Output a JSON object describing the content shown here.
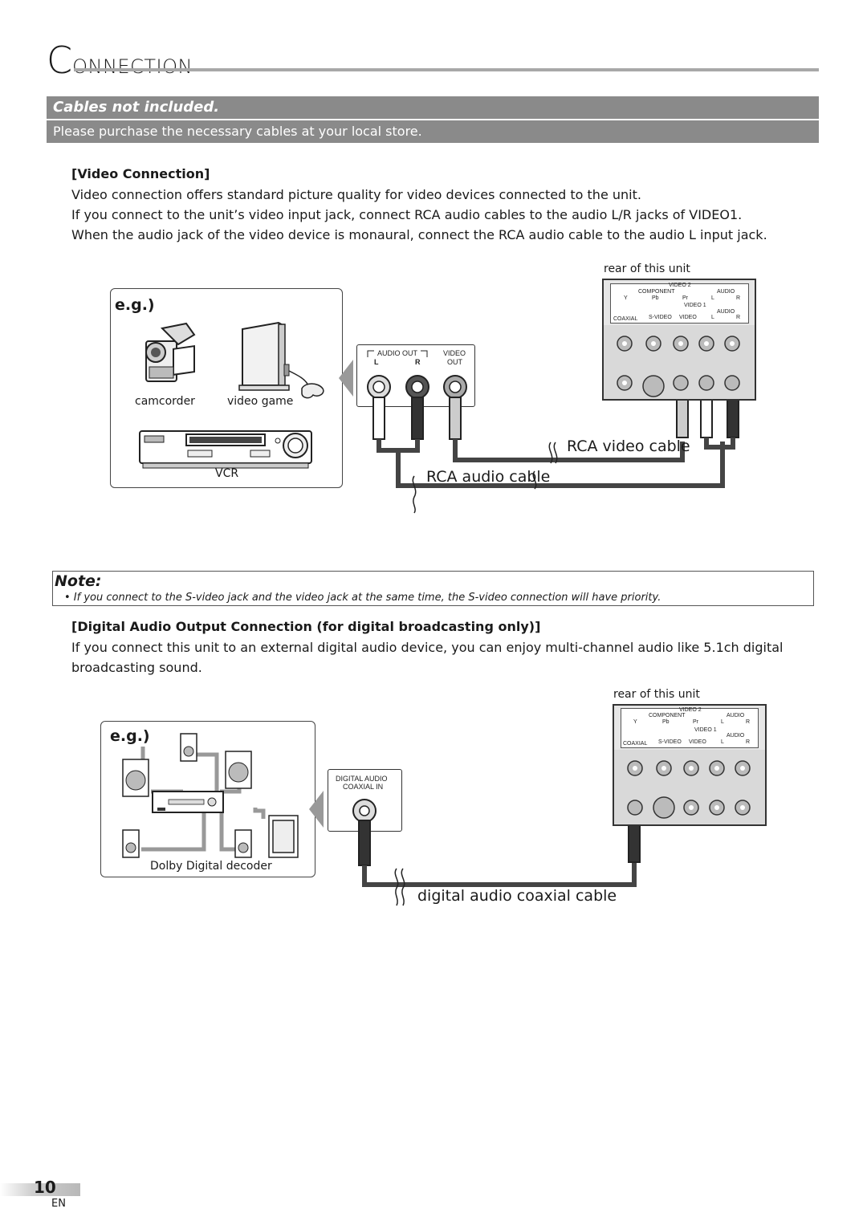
{
  "header": {
    "title_initial": "C",
    "title_rest": "ONNECTION"
  },
  "banners": {
    "cables_not_included": "Cables not included.",
    "purchase_note": "Please purchase the necessary cables at your local store."
  },
  "video_section": {
    "heading": "[Video Connection]",
    "lines": [
      "Video connection offers standard picture quality for video devices connected to the unit.",
      "If you connect to the unit’s video input jack, connect RCA audio cables to the audio L/R jacks of VIDEO1.",
      "When the audio jack of the video device is monaural, connect the RCA audio cable to the audio L input jack."
    ],
    "diagram": {
      "eg": "e.g.)",
      "camcorder": "camcorder",
      "video_game": "video game",
      "vcr": "VCR",
      "audio_out": "AUDIO OUT",
      "l": "L",
      "r": "R",
      "video_out_1": "VIDEO",
      "video_out_2": "OUT",
      "rear_of_unit": "rear of this unit",
      "rca_video_cable": "RCA video cable",
      "rca_audio_cable": "RCA audio cable"
    }
  },
  "panel_labels": {
    "video2": "VIDEO 2",
    "component": "COMPONENT",
    "audio": "AUDIO",
    "y": "Y",
    "pb": "Pb",
    "pr": "Pr",
    "l": "L",
    "r": "R",
    "video1": "VIDEO 1",
    "coaxial": "COAXIAL",
    "svideo": "S-VIDEO",
    "video": "VIDEO"
  },
  "note": {
    "title": "Note:",
    "text": "• If you connect to the S-video jack and the video jack at the same time, the S-video connection will have priority."
  },
  "digital_section": {
    "heading": "[Digital Audio Output Connection (for digital broadcasting only)]",
    "lines": [
      "If you connect this unit to an external digital audio device, you can enjoy multi-channel audio like 5.1ch digital",
      "broadcasting sound."
    ],
    "diagram": {
      "eg": "e.g.)",
      "decoder": "Dolby Digital decoder",
      "digital_audio": "DIGITAL AUDIO",
      "coaxial_in": "COAXIAL IN",
      "rear_of_unit": "rear of this unit",
      "cable": "digital audio coaxial cable"
    }
  },
  "footer": {
    "page_number": "10",
    "language": "EN"
  }
}
